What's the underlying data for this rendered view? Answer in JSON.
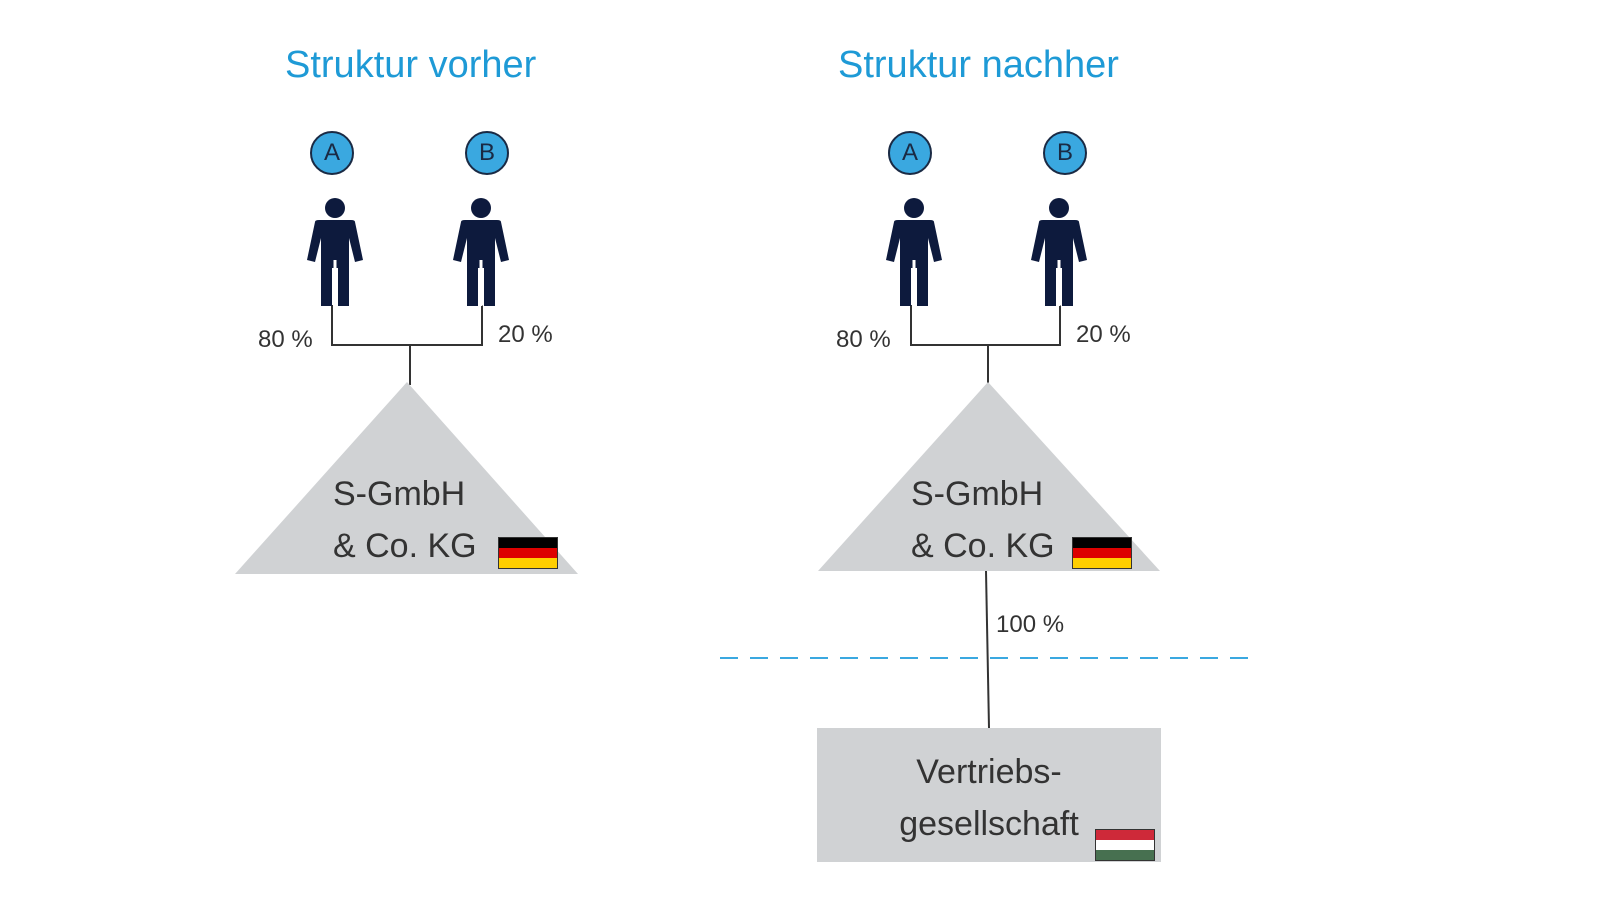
{
  "colors": {
    "title": "#1e9ad6",
    "person": "#0d1a3d",
    "badge_fill": "#3aa8e0",
    "entity_fill": "#d0d2d4",
    "line": "#333333",
    "divider": "#3aa8e0"
  },
  "before": {
    "title": "Struktur vorher",
    "shareholders": [
      {
        "label": "A",
        "share": "80 %",
        "icon": "person-icon"
      },
      {
        "label": "B",
        "share": "20 %",
        "icon": "person-icon"
      }
    ],
    "entity": {
      "line1": "S-GmbH",
      "line2": "& Co. KG",
      "flag": "germany-flag-icon"
    }
  },
  "after": {
    "title": "Struktur nachher",
    "shareholders": [
      {
        "label": "A",
        "share": "80 %",
        "icon": "person-icon"
      },
      {
        "label": "B",
        "share": "20 %",
        "icon": "person-icon"
      }
    ],
    "entity": {
      "line1": "S-GmbH",
      "line2": "& Co. KG",
      "flag": "germany-flag-icon"
    },
    "subsidiary_share": "100 %",
    "subsidiary": {
      "line1": "Vertriebs-",
      "line2": "gesellschaft",
      "flag": "hungary-flag-icon"
    }
  }
}
